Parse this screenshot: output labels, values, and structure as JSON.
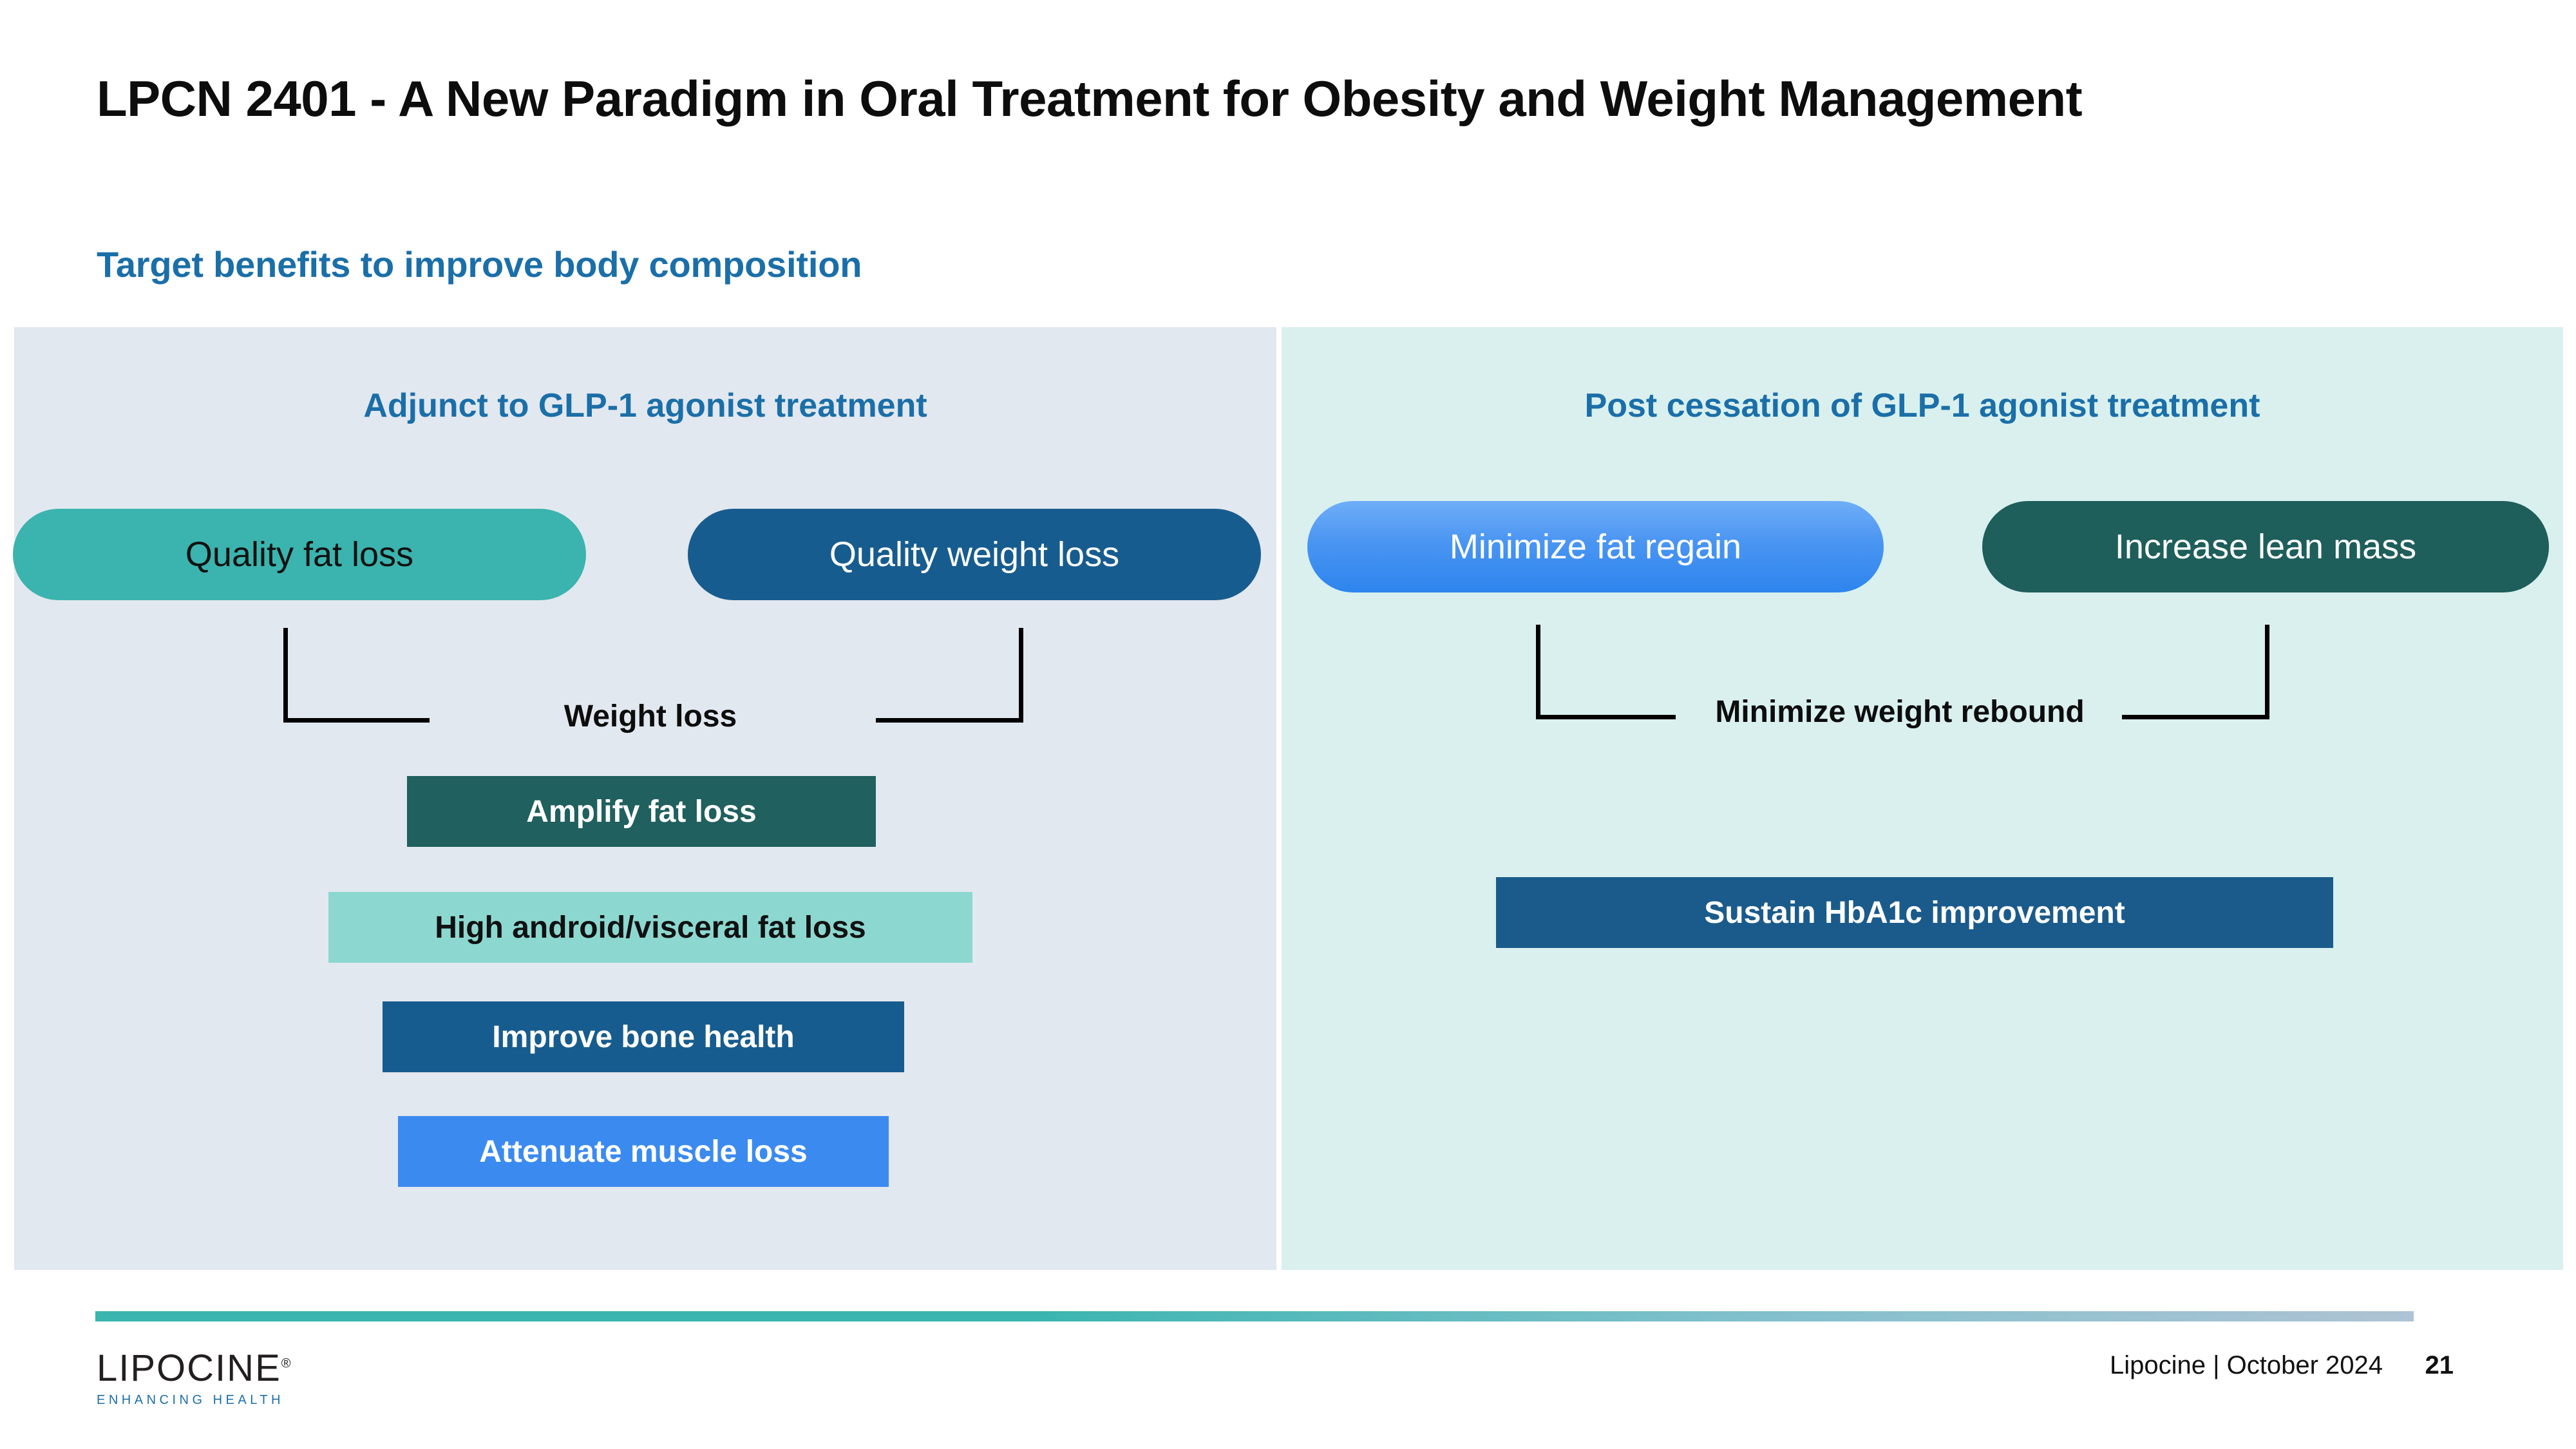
{
  "slide": {
    "title": "LPCN 2401 - A New Paradigm in Oral Treatment for Obesity and Weight Management",
    "subtitle": "Target benefits to improve body composition"
  },
  "panels": {
    "left": {
      "heading": "Adjunct to GLP-1 agonist treatment",
      "background_color": "#E2E8EF",
      "pills": [
        {
          "label": "Quality fat loss",
          "color": "#3BB3AE",
          "text_color": "#111111"
        },
        {
          "label": "Quality weight loss",
          "color": "#175C8E",
          "text_color": "#FFFFFF"
        }
      ],
      "bracket_label": "Weight loss",
      "bars": [
        {
          "label": "Amplify fat loss",
          "color": "#20605E",
          "text_color": "#FFFFFF"
        },
        {
          "label": "High android/visceral fat loss",
          "color": "#8CD8D0",
          "text_color": "#111111"
        },
        {
          "label": "Improve bone health",
          "color": "#175C8E",
          "text_color": "#FFFFFF"
        },
        {
          "label": "Attenuate muscle loss",
          "color": "#3B8AF0",
          "text_color": "#FFFFFF"
        }
      ]
    },
    "right": {
      "heading": "Post cessation of GLP-1 agonist treatment",
      "background_color": "#D9F0EE",
      "pills": [
        {
          "label": "Minimize fat regain",
          "color": "#4A95F2",
          "text_color": "#FFFFFF"
        },
        {
          "label": "Increase lean mass",
          "color": "#1E5E5B",
          "text_color": "#FFFFFF"
        }
      ],
      "bracket_label": "Minimize weight rebound",
      "bars": [
        {
          "label": "Sustain HbA1c improvement",
          "color": "#1B5B8B",
          "text_color": "#FFFFFF"
        }
      ]
    }
  },
  "footer": {
    "logo_word": "LIPOCIN",
    "logo_word_end": "E",
    "logo_registered": "®",
    "logo_tagline": "ENHANCING HEALTH",
    "meta": "Lipocine | October 2024",
    "page_number": "21",
    "accent_start": "#3AB5B0",
    "accent_end": "#AEC3D3"
  },
  "theme": {
    "subtitle_color": "#1B6FA8",
    "heading_color": "#1B6FA8",
    "title_color": "#0D0D0D"
  }
}
